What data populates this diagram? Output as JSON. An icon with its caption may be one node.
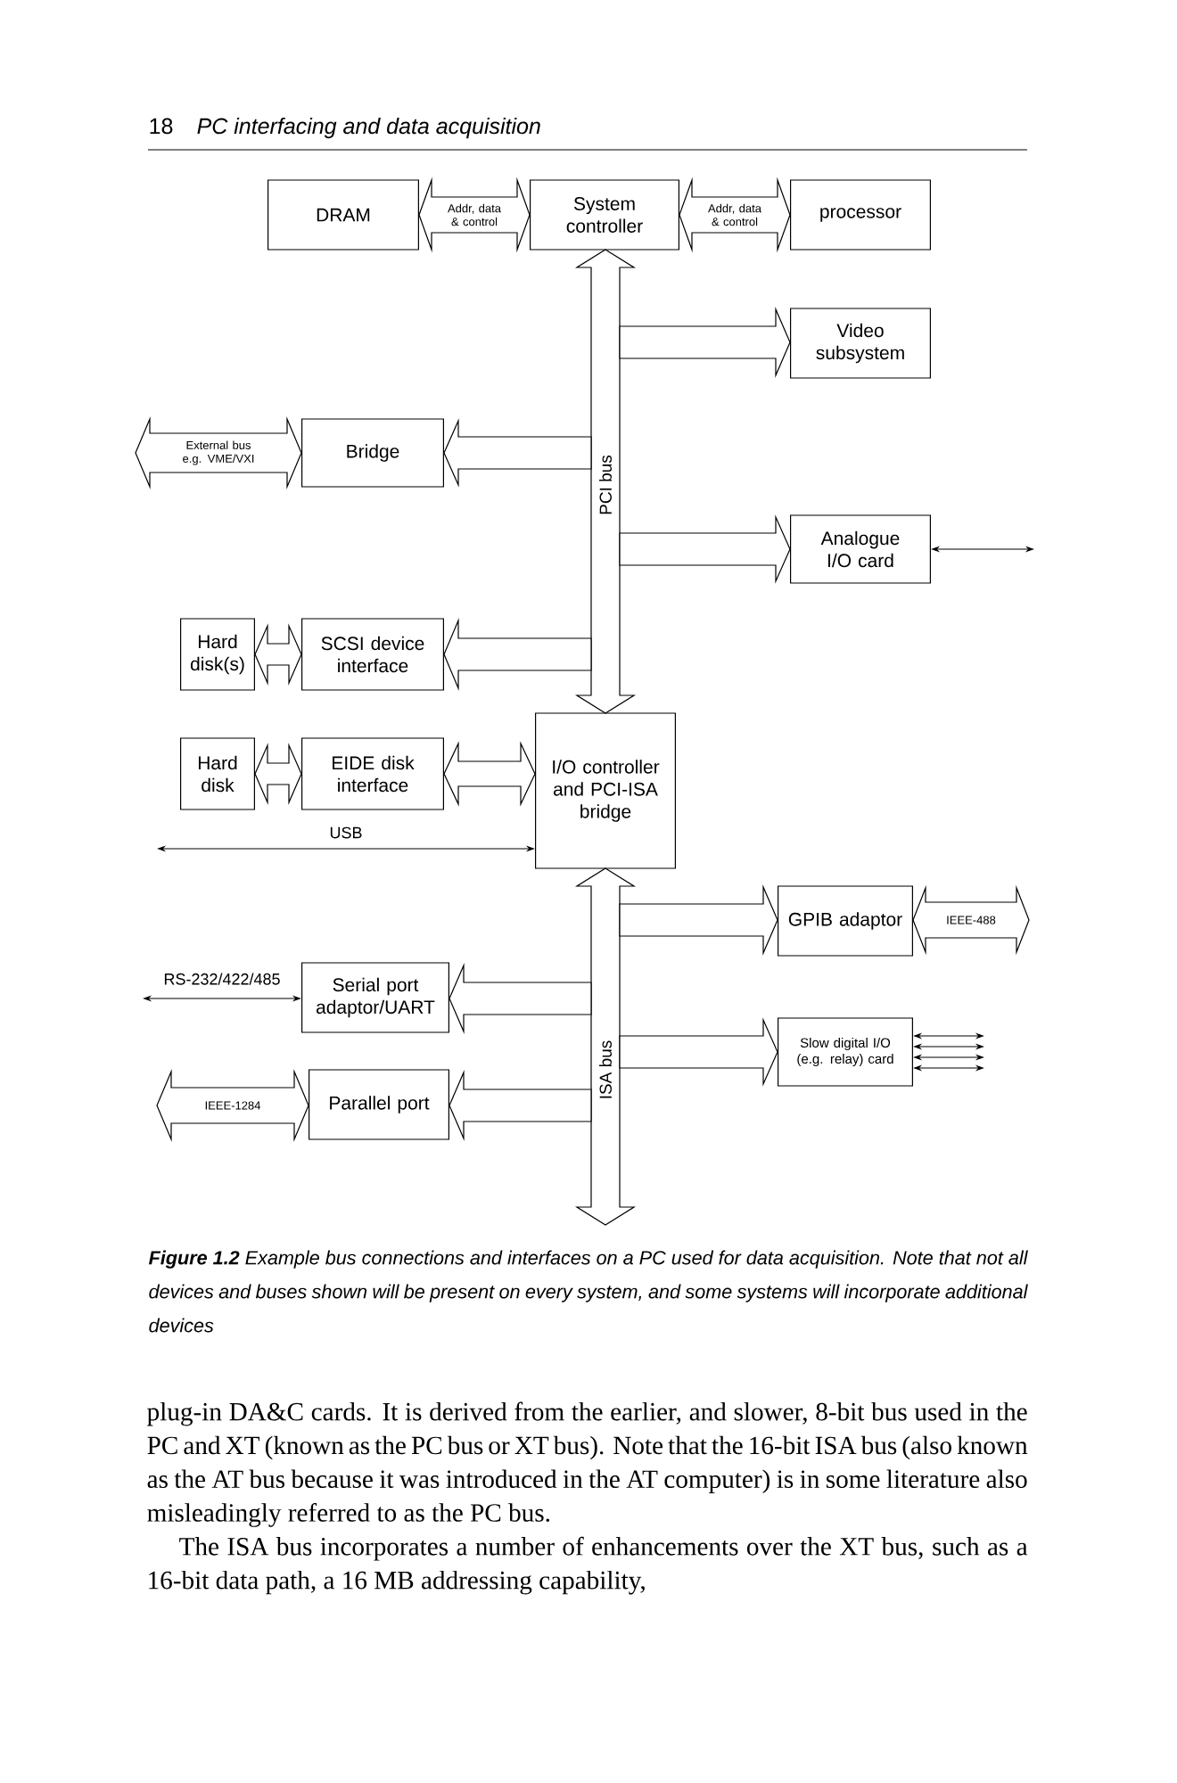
{
  "diagram": {
    "caption": "**Figure 1.2** Example bus connections and interfaces on a PC used for data acquisition. Note that not all devices and buses shown will be present on every system, and some systems will incorporate additional devices",
    "nodes": [
      {
        "text": [
          "DRAM"
        ]
      },
      {
        "text": [
          "System controller"
        ]
      },
      {
        "text": [
          "processor"
        ]
      },
      {
        "text": [
          "Video subsystem"
        ]
      },
      {
        "text": [
          "Bridge"
        ]
      },
      {
        "text": [
          "Analogue I/O card"
        ]
      },
      {
        "text": [
          "Hard disk(s)"
        ]
      },
      {
        "text": [
          "SCSI device interface"
        ]
      },
      {
        "text": [
          "Hard disk"
        ]
      },
      {
        "text": [
          "EIDE disk interface"
        ]
      },
      {
        "text": [
          "I/O controller and PCI-ISA bridge"
        ]
      },
      {
        "text": [
          "GPIB adaptor"
        ]
      },
      {
        "text": [
          "Serial port adaptor/UART"
        ]
      },
      {
        "text": [
          "Slow digital I/O (e.g. relay) card"
        ]
      },
      {
        "text": [
          "Parallel port"
        ]
      }
    ],
    "edges": [
      {
        "from": 0,
        "to": 1,
        "arrow": "both",
        "label": "Addr, data & control",
        "style": "thick"
      },
      {
        "from": 1,
        "to": 2,
        "arrow": "both",
        "label": "Addr, data & control",
        "style": "thick"
      },
      {
        "from": 1,
        "to": 10,
        "arrow": "both",
        "label": "PCI bus",
        "style": "thick"
      },
      {
        "from": null,
        "to": 3,
        "arrow": "to",
        "style": "thick"
      },
      {
        "from": null,
        "to": 4,
        "arrow": "to",
        "style": "thick"
      },
      {
        "from": null,
        "to": 5,
        "arrow": "to",
        "style": "thick"
      },
      {
        "from": null,
        "to": 7,
        "arrow": "to",
        "style": "thick"
      },
      {
        "from": 4,
        "to": null,
        "arrow": "both",
        "label": "External bus e.g. VME/VXI",
        "style": "thick"
      },
      {
        "from": 5,
        "to": null,
        "arrow": "both"
      },
      {
        "from": 6,
        "to": 7,
        "arrow": "both",
        "style": "thick"
      },
      {
        "from": 8,
        "to": 9,
        "arrow": "both",
        "style": "thick"
      },
      {
        "from": 9,
        "to": 10,
        "arrow": "both",
        "style": "thick"
      },
      {
        "from": null,
        "to": 10,
        "arrow": "both",
        "label": "USB"
      },
      {
        "from": 10,
        "to": null,
        "arrow": "both",
        "label": "ISA bus",
        "style": "thick"
      },
      {
        "from": null,
        "to": 11,
        "arrow": "to",
        "style": "thick"
      },
      {
        "from": null,
        "to": 12,
        "arrow": "to",
        "style": "thick"
      },
      {
        "from": null,
        "to": 13,
        "arrow": "to",
        "style": "thick"
      },
      {
        "from": null,
        "to": 14,
        "arrow": "to",
        "style": "thick"
      },
      {
        "from": 11,
        "to": null,
        "arrow": "both",
        "label": "IEEE-488",
        "style": "thick"
      },
      {
        "from": null,
        "to": 12,
        "arrow": "both",
        "label": "RS-232/422/485"
      },
      {
        "from": 13,
        "to": null,
        "arrow": "both"
      },
      {
        "from": 13,
        "to": null,
        "arrow": "both"
      },
      {
        "from": 13,
        "to": null,
        "arrow": "both"
      },
      {
        "from": 13,
        "to": null,
        "arrow": "both"
      },
      {
        "from": 14,
        "to": null,
        "arrow": "both",
        "label": "IEEE-1284",
        "style": "thick"
      }
    ],
    "labels": [
      "18",
      "PC interfacing and data acquisition",
      "plug-in DA&C cards. It is derived from the earlier, and slower, 8-bit bus used in the PC and XT (known as the PC bus or XT bus). Note that the 16-bit ISA bus (also known as the AT bus because it was introduced in the AT computer) is in some literature also misleadingly referred to as the PC bus.",
      "The ISA bus incorporates a number of enhancements over the XT bus, such as a 16-bit data path, a 16 MB addressing capability,"
    ]
  }
}
